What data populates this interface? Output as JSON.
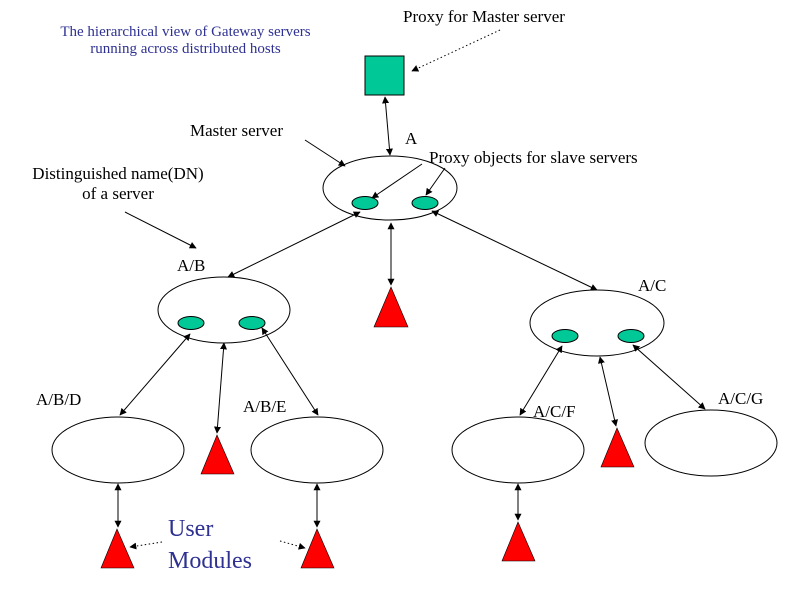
{
  "title_lines": [
    "The hierarchical view of Gateway servers",
    "running across distributed hosts"
  ],
  "labels": {
    "proxy_master": "Proxy for Master server",
    "master_server": "Master server",
    "proxy_slaves": "Proxy objects for slave servers",
    "dn_line1": "Distinguished name(DN)",
    "dn_line2": "of a server",
    "user_line1": "User",
    "user_line2": "Modules"
  },
  "nodes": {
    "A": "A",
    "AB": "A/B",
    "AC": "A/C",
    "ABD": "A/B/D",
    "ABE": "A/B/E",
    "ACF": "A/C/F",
    "ACG": "A/C/G"
  },
  "colors": {
    "proxy_fill": "#00c896",
    "module_fill": "#ff0000",
    "title_text": "#2e3192",
    "user_modules_text": "#2e3192"
  }
}
